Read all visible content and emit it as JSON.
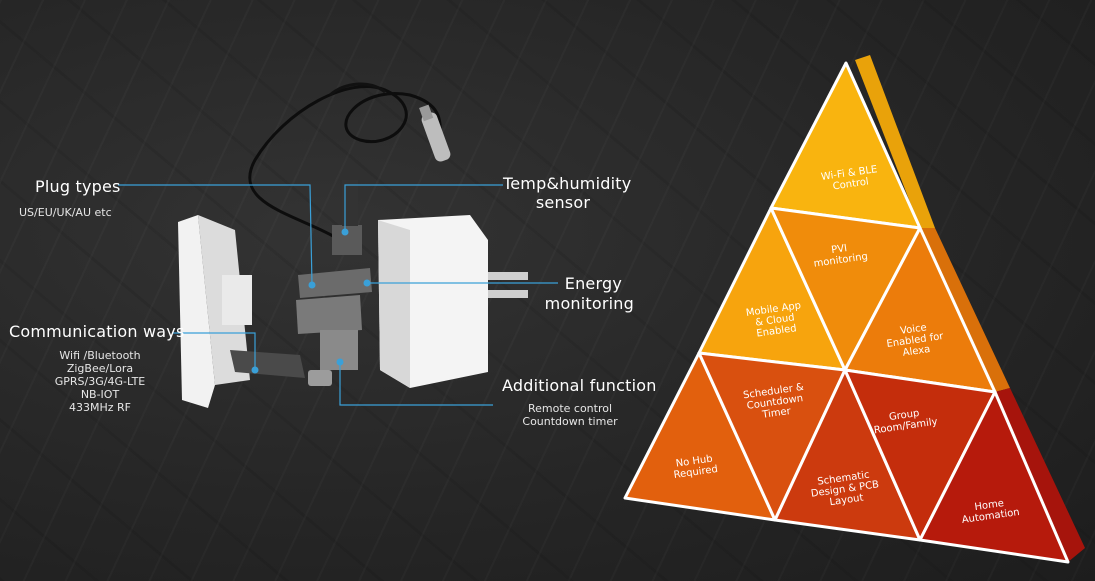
{
  "labels": {
    "plug_types": "Plug types",
    "plug_types_detail": "US/EU/UK/AU etc",
    "communication": "Communication ways",
    "comm_details": [
      "Wifi /Bluetooth",
      "ZigBee/Lora",
      "GPRS/3G/4G-LTE",
      "NB-IOT",
      "433MHz RF"
    ],
    "temp_line1": "Temp&humidity",
    "temp_line2": "sensor",
    "energy_line1": "Energy",
    "energy_line2": "monitoring",
    "additional": "Additional function",
    "additional_details": [
      "Remote control",
      "Countdown timer"
    ]
  },
  "pyramid": {
    "wifi_ble": "Wi-Fi & BLE\nControl",
    "pvi": "PVI\nmonitoring",
    "mobile_app": "Mobile App\n& Cloud\nEnabled",
    "voice": "Voice\nEnabled for\nAlexa",
    "scheduler": "Scheduler &\nCountdown\nTimer",
    "no_hub": "No Hub\nRequired",
    "group": "Group\nRoom/Family",
    "schematic": "Schematic\nDesign & PCB\nLayout",
    "home": "Home\nAutomation"
  },
  "colors": {
    "line_blue": "#3aa0d8",
    "yellow": "#f9b40f",
    "orange_light": "#f39a0d",
    "orange": "#eb7a0a",
    "orange_dark": "#e2620d",
    "red_orange": "#d44a10",
    "red": "#c52f0c",
    "dark_red": "#b3160c"
  }
}
